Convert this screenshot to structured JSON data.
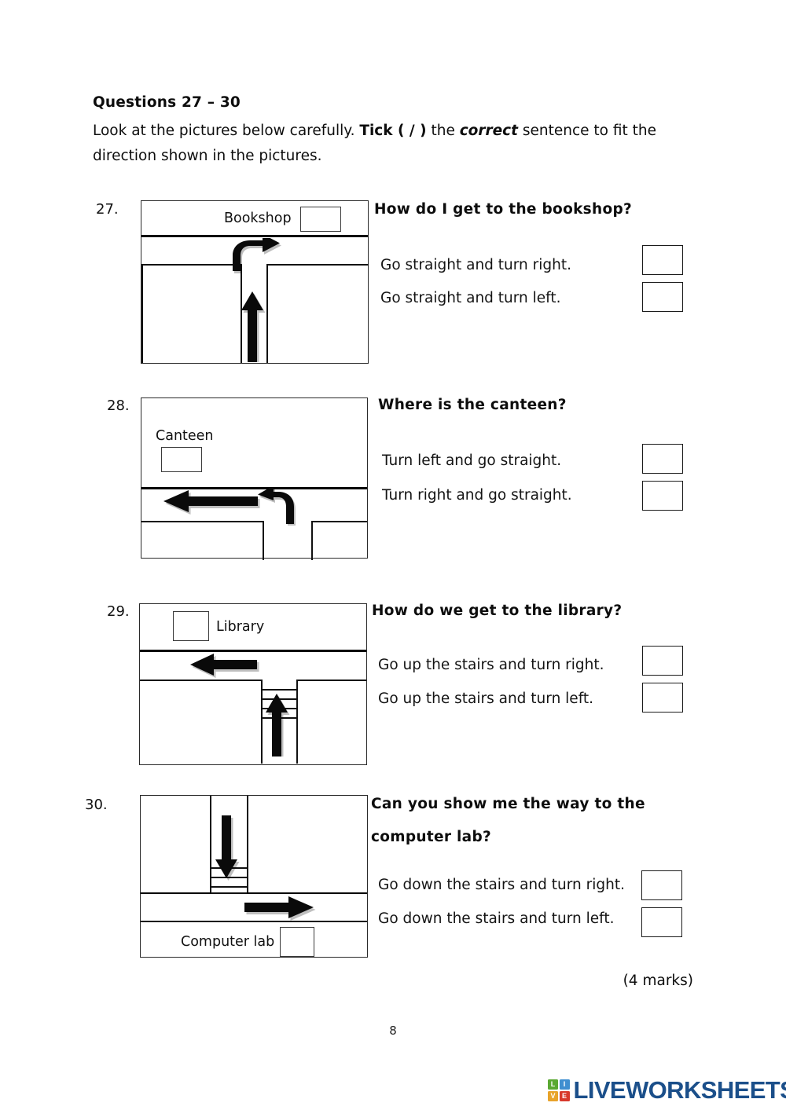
{
  "header": {
    "title": "Questions 27 – 30",
    "instruction_part1": "Look at the pictures below carefully. ",
    "instruction_tick": "Tick ( / )",
    "instruction_part2": " the ",
    "instruction_correct": "correct",
    "instruction_part3": " sentence to fit the direction shown in the pictures."
  },
  "questions": [
    {
      "number": "27.",
      "place_label": "Bookshop",
      "question": "How do I get to the bookshop?",
      "options": [
        {
          "text": "Go straight and turn right."
        },
        {
          "text": "Go straight and turn left."
        }
      ]
    },
    {
      "number": "28.",
      "place_label": "Canteen",
      "question": "Where is the canteen?",
      "options": [
        {
          "text": "Turn left and go straight."
        },
        {
          "text": "Turn right and go straight."
        }
      ]
    },
    {
      "number": "29.",
      "place_label": "Library",
      "question": "How do we get to the library?",
      "options": [
        {
          "text": "Go up the stairs and turn right."
        },
        {
          "text": "Go up the stairs and turn left."
        }
      ]
    },
    {
      "number": "30.",
      "place_label": "Computer lab",
      "question_line1": "Can you show me the way to the",
      "question_line2": "computer lab?",
      "options": [
        {
          "text": "Go down the stairs and turn right."
        },
        {
          "text": "Go down the stairs and turn left."
        }
      ]
    }
  ],
  "footer": {
    "marks": "(4 marks)",
    "page_number": "8"
  },
  "logo": {
    "tile_l": "L",
    "tile_i": "I",
    "tile_v": "V",
    "tile_e": "E",
    "wordmark": "LIVEWORKSHEETS",
    "color_l": "#5aa832",
    "color_i": "#3f8fd0",
    "color_v": "#e8a32a",
    "color_e": "#d8392b",
    "color_wordmark": "#1b4f8a"
  }
}
